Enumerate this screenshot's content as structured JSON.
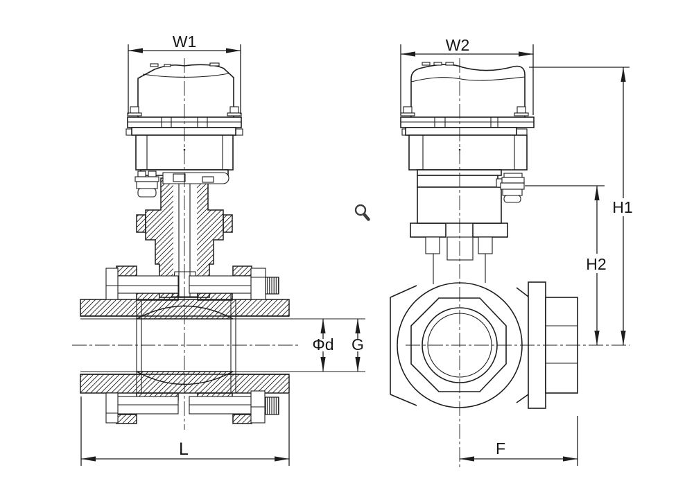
{
  "labels": {
    "w1": "W1",
    "w2": "W2",
    "h1": "H1",
    "h2": "H2",
    "l": "L",
    "f": "F",
    "phi_d": "Φd",
    "g": "G"
  },
  "icons": {
    "magnifier": "magnifier-icon"
  },
  "colors": {
    "line": "#1d1d1d",
    "background": "#ffffff"
  }
}
